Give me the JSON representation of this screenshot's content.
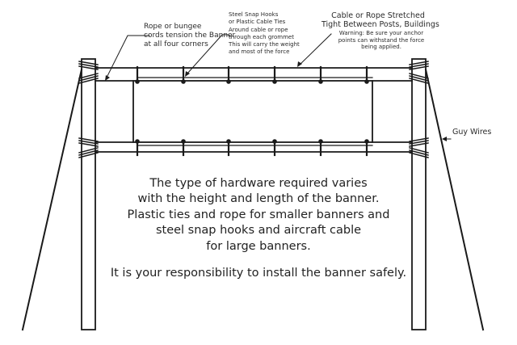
{
  "diagram": {
    "callouts": {
      "rope_bungee": [
        "Rope or bungee",
        "cords tension the Banner",
        "at all four corners"
      ],
      "snap_hooks": [
        "Steel Snap Hooks",
        "or Plastic Cable Ties",
        "Around cable or rope",
        "through each grommet",
        "This will carry the weight",
        "and most of the force"
      ],
      "cable_title": [
        "Cable or Rope Stretched",
        "Tight Between Posts, Buildings"
      ],
      "cable_warning": [
        "Warning: Be sure your anchor",
        "points can withstand the force",
        "being applied."
      ],
      "guy_wires": "Guy Wires"
    },
    "body_text": {
      "lines": [
        "The type of hardware required varies",
        "with the height and length of the banner.",
        "Plastic ties and rope for smaller banners and",
        "steel snap hooks and aircraft cable",
        "for large banners."
      ],
      "safety_notice": "It is your responsibility to install the banner safely."
    },
    "colors": {
      "line": "#1a1a1a",
      "text": "#222222",
      "background": "#ffffff"
    }
  }
}
